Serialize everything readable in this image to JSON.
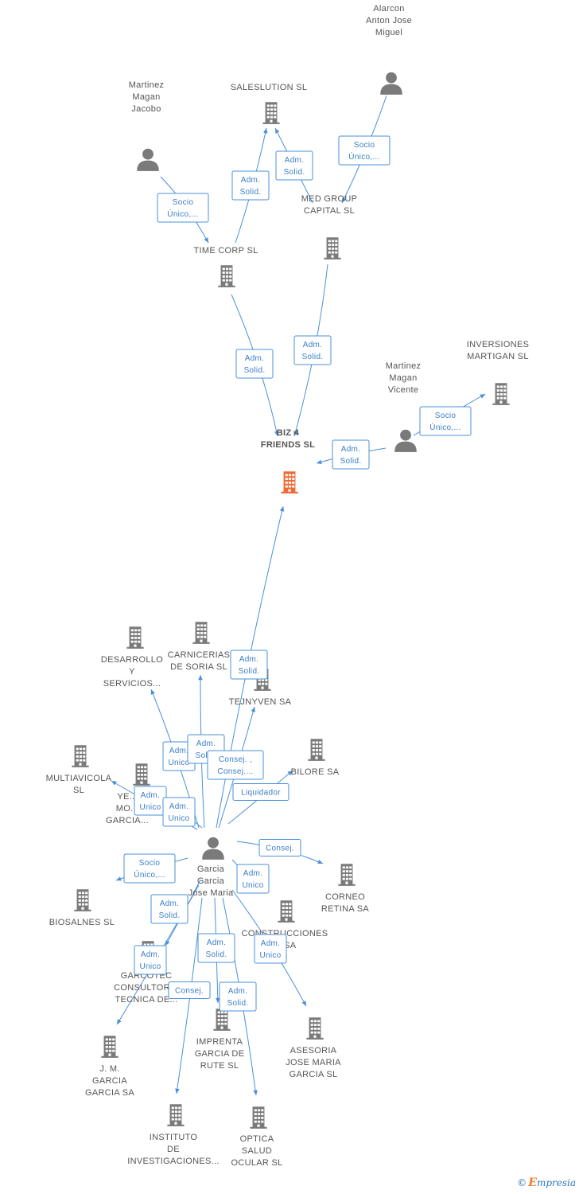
{
  "colors": {
    "edge": "#4a90d9",
    "node": "#7a7a7a",
    "focus": "#f06a35"
  },
  "nodes": [
    {
      "id": "biz4",
      "type": "company",
      "focus": true,
      "label": [
        "BIZ 4",
        "FRIENDS  SL"
      ]
    },
    {
      "id": "time",
      "type": "company",
      "label": [
        "TIME CORP  SL"
      ]
    },
    {
      "id": "med",
      "type": "company",
      "label": [
        "MED GROUP",
        "CAPITAL  SL"
      ]
    },
    {
      "id": "sales",
      "type": "company",
      "label": [
        "SALESLUTION SL"
      ]
    },
    {
      "id": "inv",
      "type": "company",
      "label": [
        "INVERSIONES",
        "MARTIGAN  SL"
      ]
    },
    {
      "id": "mjac",
      "type": "person",
      "label": [
        "Martinez",
        "Magan",
        "Jacobo"
      ]
    },
    {
      "id": "ajm",
      "type": "person",
      "label": [
        "Alarcon",
        "Anton Jose",
        "Miguel"
      ]
    },
    {
      "id": "mvic",
      "type": "person",
      "label": [
        "Martinez",
        "Magan",
        "Vicente"
      ]
    },
    {
      "id": "ggjm",
      "type": "person",
      "label": [
        "Garcia",
        "Garcia",
        "Jose Maria"
      ]
    },
    {
      "id": "des",
      "type": "company",
      "label": [
        "DESARROLLO",
        "Y",
        "SERVICIOS..."
      ]
    },
    {
      "id": "carn",
      "type": "company",
      "label": [
        "CARNICERIAS",
        "DE SORIA  SL"
      ]
    },
    {
      "id": "tej",
      "type": "company",
      "label": [
        "TEJNYVEN SA"
      ]
    },
    {
      "id": "multi",
      "type": "company",
      "label": [
        "MULTIAVICOLA",
        "SL"
      ]
    },
    {
      "id": "yeso",
      "type": "company",
      "label": [
        "YE...",
        "MO...",
        "GARCIA..."
      ]
    },
    {
      "id": "bilore",
      "type": "company",
      "label": [
        "BILORE SA"
      ]
    },
    {
      "id": "bios",
      "type": "company",
      "label": [
        "BIOSALNES SL"
      ]
    },
    {
      "id": "corneo",
      "type": "company",
      "label": [
        "CORNEO",
        "RETINA SA"
      ]
    },
    {
      "id": "constr",
      "type": "company",
      "label": [
        "CONSTRUCCIONES",
        "... SA"
      ]
    },
    {
      "id": "garco",
      "type": "company",
      "label": [
        "GARCOTEC",
        "CONSULTORIA",
        "TECNICA DE..."
      ]
    },
    {
      "id": "jm",
      "type": "company",
      "label": [
        "J. M.",
        "GARCIA",
        "GARCIA SA"
      ]
    },
    {
      "id": "impr",
      "type": "company",
      "label": [
        "IMPRENTA",
        "GARCIA DE",
        "RUTE SL"
      ]
    },
    {
      "id": "ases",
      "type": "company",
      "label": [
        "ASESORIA",
        "JOSE MARIA",
        "GARCIA SL"
      ]
    },
    {
      "id": "inst",
      "type": "company",
      "label": [
        "INSTITUTO",
        "DE",
        "INVESTIGACIONES..."
      ]
    },
    {
      "id": "optica",
      "type": "company",
      "label": [
        "OPTICA",
        "SALUD",
        "OCULAR SL"
      ]
    }
  ],
  "edges": [
    {
      "from": "time",
      "to": "sales",
      "label": [
        "Adm.",
        "Solid."
      ]
    },
    {
      "from": "med",
      "to": "sales",
      "label": [
        "Adm.",
        "Solid."
      ]
    },
    {
      "from": "mjac",
      "to": "time",
      "label": [
        "Socio",
        "Único,..."
      ]
    },
    {
      "from": "ajm",
      "to": "med",
      "label": [
        "Socio",
        "Único,..."
      ]
    },
    {
      "from": "time",
      "to": "biz4",
      "label": [
        "Adm.",
        "Solid."
      ]
    },
    {
      "from": "med",
      "to": "biz4",
      "label": [
        "Adm.",
        "Solid."
      ]
    },
    {
      "from": "mvic",
      "to": "inv",
      "label": [
        "Socio",
        "Único,..."
      ]
    },
    {
      "from": "mvic",
      "to": "biz4",
      "label": [
        "Adm.",
        "Solid."
      ]
    },
    {
      "from": "ggjm",
      "to": "biz4",
      "label": [
        "Adm.",
        "Solid."
      ]
    },
    {
      "from": "ggjm",
      "to": "des",
      "label": [
        "Adm.",
        "Unico"
      ]
    },
    {
      "from": "ggjm",
      "to": "carn",
      "label": [
        "Adm.",
        "Solid."
      ]
    },
    {
      "from": "ggjm",
      "to": "tej",
      "label": [
        "Consej. ,",
        "Consej...."
      ]
    },
    {
      "from": "ggjm",
      "to": "multi",
      "label": [
        "Adm.",
        "Unico"
      ]
    },
    {
      "from": "ggjm",
      "to": "yeso",
      "label": [
        "Adm.",
        "Unico"
      ]
    },
    {
      "from": "ggjm",
      "to": "bilore",
      "label": [
        "Liquidador"
      ]
    },
    {
      "from": "ggjm",
      "to": "corneo",
      "label": [
        "Consej."
      ]
    },
    {
      "from": "ggjm",
      "to": "bios",
      "label": [
        "Socio",
        "Único,..."
      ]
    },
    {
      "from": "ggjm",
      "to": "constr",
      "label": [
        "Adm.",
        "Unico"
      ]
    },
    {
      "from": "ggjm",
      "to": "garco",
      "label": [
        "Adm.",
        "Solid."
      ]
    },
    {
      "from": "ggjm",
      "to": "jm",
      "label": [
        "Adm.",
        "Unico"
      ]
    },
    {
      "from": "ggjm",
      "to": "impr",
      "label": [
        "Adm.",
        "Solid."
      ]
    },
    {
      "from": "ggjm",
      "to": "inst",
      "label": [
        "Consej."
      ]
    },
    {
      "from": "ggjm",
      "to": "optica",
      "label": [
        "Adm.",
        "Solid."
      ]
    },
    {
      "from": "ggjm",
      "to": "ases",
      "label": [
        "Adm.",
        "Unico"
      ]
    }
  ],
  "footer": {
    "copyright": "©",
    "brand_initial": "E",
    "brand_rest": "mpresia"
  }
}
